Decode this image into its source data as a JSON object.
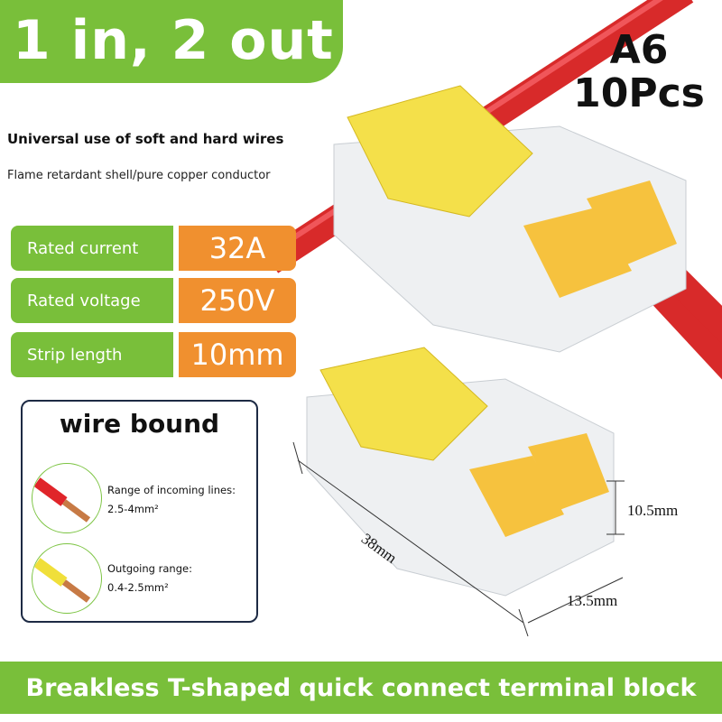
{
  "banner": {
    "title": "1 in, 2 out"
  },
  "model": {
    "name": "A6",
    "qty": "10Pcs"
  },
  "features": {
    "heading": "Universal use of soft and hard wires",
    "sub": "Flame retardant shell/pure copper conductor"
  },
  "specs": [
    {
      "label": "Rated current",
      "value": "32A"
    },
    {
      "label": "Rated voltage",
      "value": "250V"
    },
    {
      "label": "Strip length",
      "value": "10mm"
    }
  ],
  "wire_bound": {
    "title": "wire bound",
    "incoming_label": "Range of incoming lines:",
    "incoming_value": "2.5-4mm²",
    "outgoing_label": "Outgoing range:",
    "outgoing_value": "0.4-2.5mm²"
  },
  "dimensions": {
    "length": "38mm",
    "height": "10.5mm",
    "width": "13.5mm"
  },
  "footer": {
    "text": "Breakless T-shaped quick connect terminal block"
  },
  "colors": {
    "green": "#79bf3a",
    "orange": "#f0902f",
    "red": "#e0252a",
    "yellow": "#f5d33a"
  }
}
